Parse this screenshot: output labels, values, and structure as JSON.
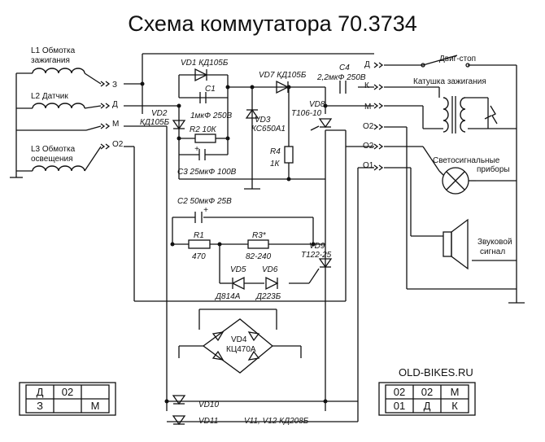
{
  "title": "Схема коммутатора 70.3734",
  "watermark": "OLD-BIKES.RU",
  "coils": {
    "l1_name": "L1 Обмотка",
    "l1_sub": "зажигания",
    "l2_name": "L2  Датчик",
    "l3_name": "L3 Обмотка",
    "l3_sub": "освещения"
  },
  "pins_left": {
    "z": "З",
    "d": "Д",
    "m": "М",
    "o2": "О2"
  },
  "pins_right": {
    "d": "Д",
    "k": "К",
    "m": "М",
    "o2a": "О2",
    "o2b": "О2",
    "o1": "О1"
  },
  "parts": {
    "vd1": "VD1  КД105Б",
    "c1": "C1",
    "c1_val": "1мкФ 250В",
    "vd7": "VD7  КД105Б",
    "c4": "C4",
    "c4_val": "2,2мкФ 250В",
    "vd2": "VD2",
    "vd2_type": "КД105Б",
    "r2": "R2  10К",
    "vd3": "VD3",
    "vd3_type": "КС650А1",
    "vd8": "VD8",
    "vd8_type": "Т106-10",
    "r4": "R4",
    "r4_val": "1К",
    "c3": "C3  25мкФ 100В",
    "c2": "C2  50мкФ 25В",
    "r1": "R1",
    "r1_val": "470",
    "r3": "R3*",
    "r3_val": "82-240",
    "vd9": "VD9",
    "vd9_type": "Т122-25",
    "vd5": "VD5",
    "vd5_type": "Д814А",
    "vd6": "VD6",
    "vd6_type": "Д223Б",
    "vd4": "VD4",
    "vd4_type": "КЦ470А",
    "vd10": "VD10",
    "vd11": "VD11",
    "vd1112": "V11, V12 КД208Б",
    "plus": "+"
  },
  "external": {
    "kill_switch": "Двиг-стоп",
    "ignition_coil": "Катушка   зажигания",
    "lights": "Светосигнальные",
    "lights_sub": "приборы",
    "horn": "Звуковой",
    "horn_sub": "сигнал"
  },
  "connector_left": {
    "rows": [
      [
        "Д",
        "02",
        ""
      ],
      [
        "З",
        "",
        "М"
      ]
    ]
  },
  "connector_right": {
    "rows": [
      [
        "02",
        "02",
        "М"
      ],
      [
        "01",
        "Д",
        "К"
      ]
    ]
  }
}
